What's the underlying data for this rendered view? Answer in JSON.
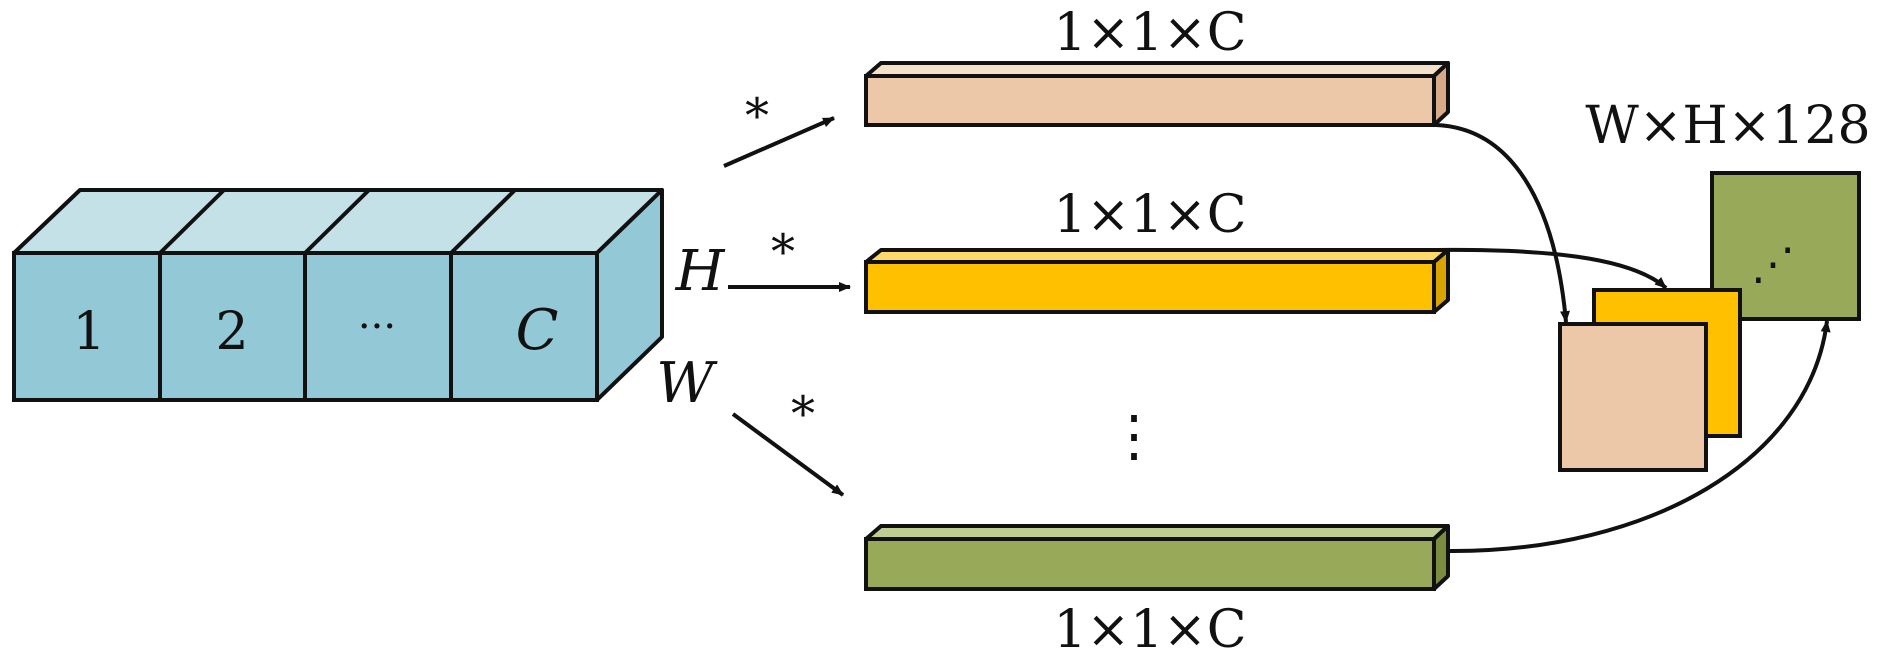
{
  "colors": {
    "stroke": "#111111",
    "tensor_front": "#93c9d6",
    "tensor_top": "#c4e1e7",
    "tensor_side": "#93c9d6",
    "peach_front": "#ecc8a8",
    "peach_top": "#f5e0ca",
    "peach_side": "#d8ab86",
    "gold_front": "#ffc000",
    "gold_top": "#ffd966",
    "gold_side": "#d9a300",
    "green_front": "#98aa5a",
    "green_top": "#bfcd92",
    "green_side": "#7a8c40"
  },
  "input_tensor": {
    "cells": [
      "1",
      "2",
      "···",
      "C"
    ],
    "height_label": "H",
    "width_label": "W"
  },
  "operators": {
    "top": "*",
    "middle": "*",
    "bottom": "*"
  },
  "kernels": {
    "top_label": "1×1×C",
    "middle_label": "1×1×C",
    "bottom_label": "1×1×C",
    "ellipsis": "⋮"
  },
  "output": {
    "label": "W×H×128",
    "ellipsis": "⋰"
  }
}
